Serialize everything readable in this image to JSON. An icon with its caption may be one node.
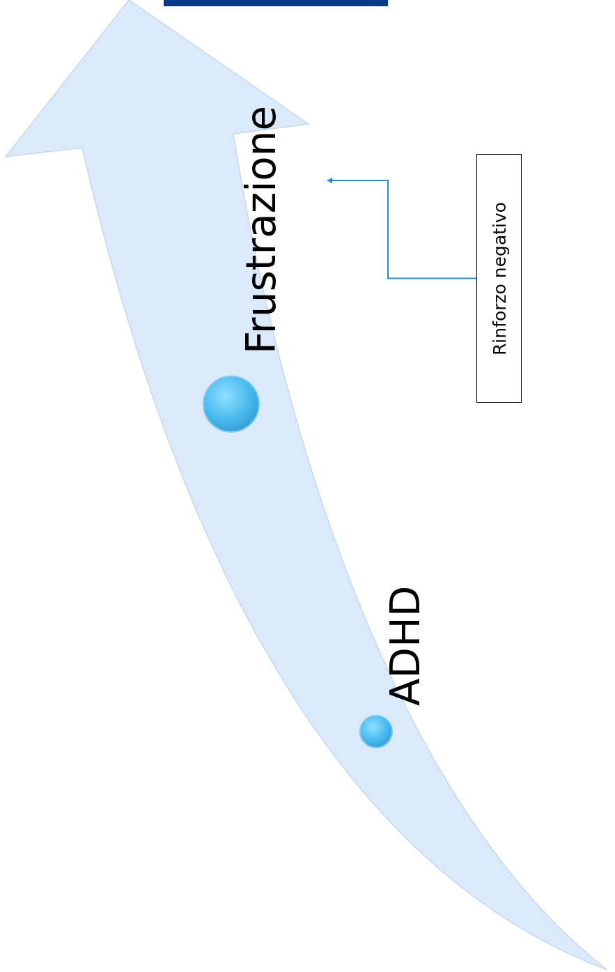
{
  "diagram": {
    "nodes": [
      {
        "text": [
          "Frustrazione"
        ]
      },
      {
        "text": [
          "Rinforzo negativo"
        ]
      }
    ],
    "edges": [
      {
        "from": 1,
        "to": 0,
        "arrow": "to",
        "color": "#2f86d0"
      }
    ],
    "labels": [
      "ADHD"
    ]
  }
}
